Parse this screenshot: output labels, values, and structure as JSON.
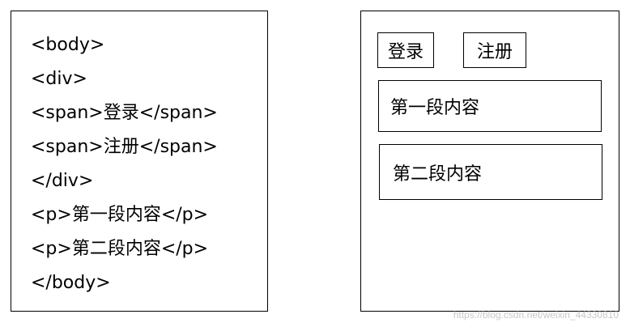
{
  "code_panel": {
    "lines": [
      "<body>",
      "<div>",
      "<span>登录</span>",
      "<span>注册</span>",
      "</div>",
      "<p>第一段内容</p>",
      "<p>第二段内容</p>",
      "</body>"
    ]
  },
  "render_panel": {
    "span_login": "登录",
    "span_register": "注册",
    "p_first": "第一段内容",
    "p_second": "第二段内容"
  },
  "watermark": "https://blog.csdn.net/weixin_44330810"
}
